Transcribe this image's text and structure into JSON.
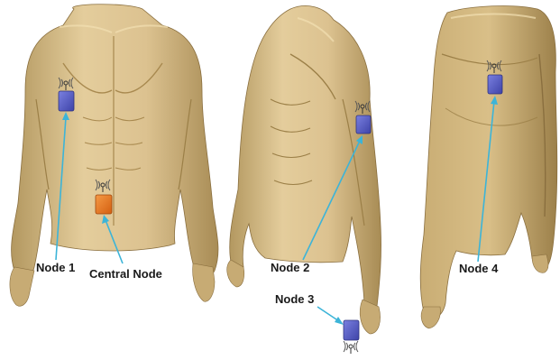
{
  "colors": {
    "background": "#ffffff",
    "skin": "#d9c08c",
    "skin_shadow": "#8a6f3f",
    "skin_highlight": "#f2dfb2",
    "node_sensor": "#5a5fc8",
    "node_central": "#e8731c",
    "pointer": "#3cb4d8"
  },
  "figures": [
    {
      "name": "front-view-torso"
    },
    {
      "name": "side-view-torso"
    },
    {
      "name": "back-view-torso"
    }
  ],
  "nodes": [
    {
      "label": "Node 1",
      "icon": "sensor-node-icon",
      "color": "#5a5fc8"
    },
    {
      "label": "Central Node",
      "icon": "central-node-icon",
      "color": "#e8731c"
    },
    {
      "label": "Node 2",
      "icon": "sensor-node-icon",
      "color": "#5a5fc8"
    },
    {
      "label": "Node 3",
      "icon": "sensor-node-icon",
      "color": "#5a5fc8"
    },
    {
      "label": "Node 4",
      "icon": "sensor-node-icon",
      "color": "#5a5fc8"
    }
  ]
}
